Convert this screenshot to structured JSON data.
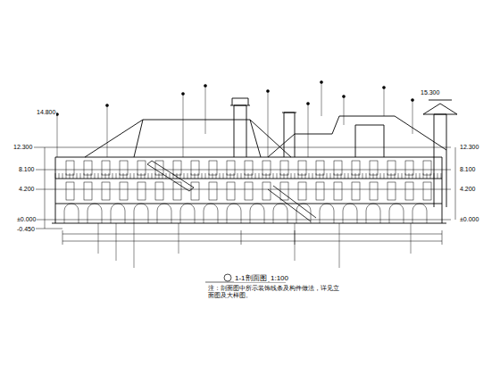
{
  "diagram": {
    "labels": [
      "1-1剖面图",
      "1:100",
      "注：剖面图中所示装饰线条及构件做法，详见立面图及大样图。",
      "12.300",
      "8.100",
      "4.200",
      "±0.000",
      "-0.450",
      "12.300",
      "8.100",
      "4.200",
      "±0.000",
      "15.300",
      "14.800"
    ]
  }
}
